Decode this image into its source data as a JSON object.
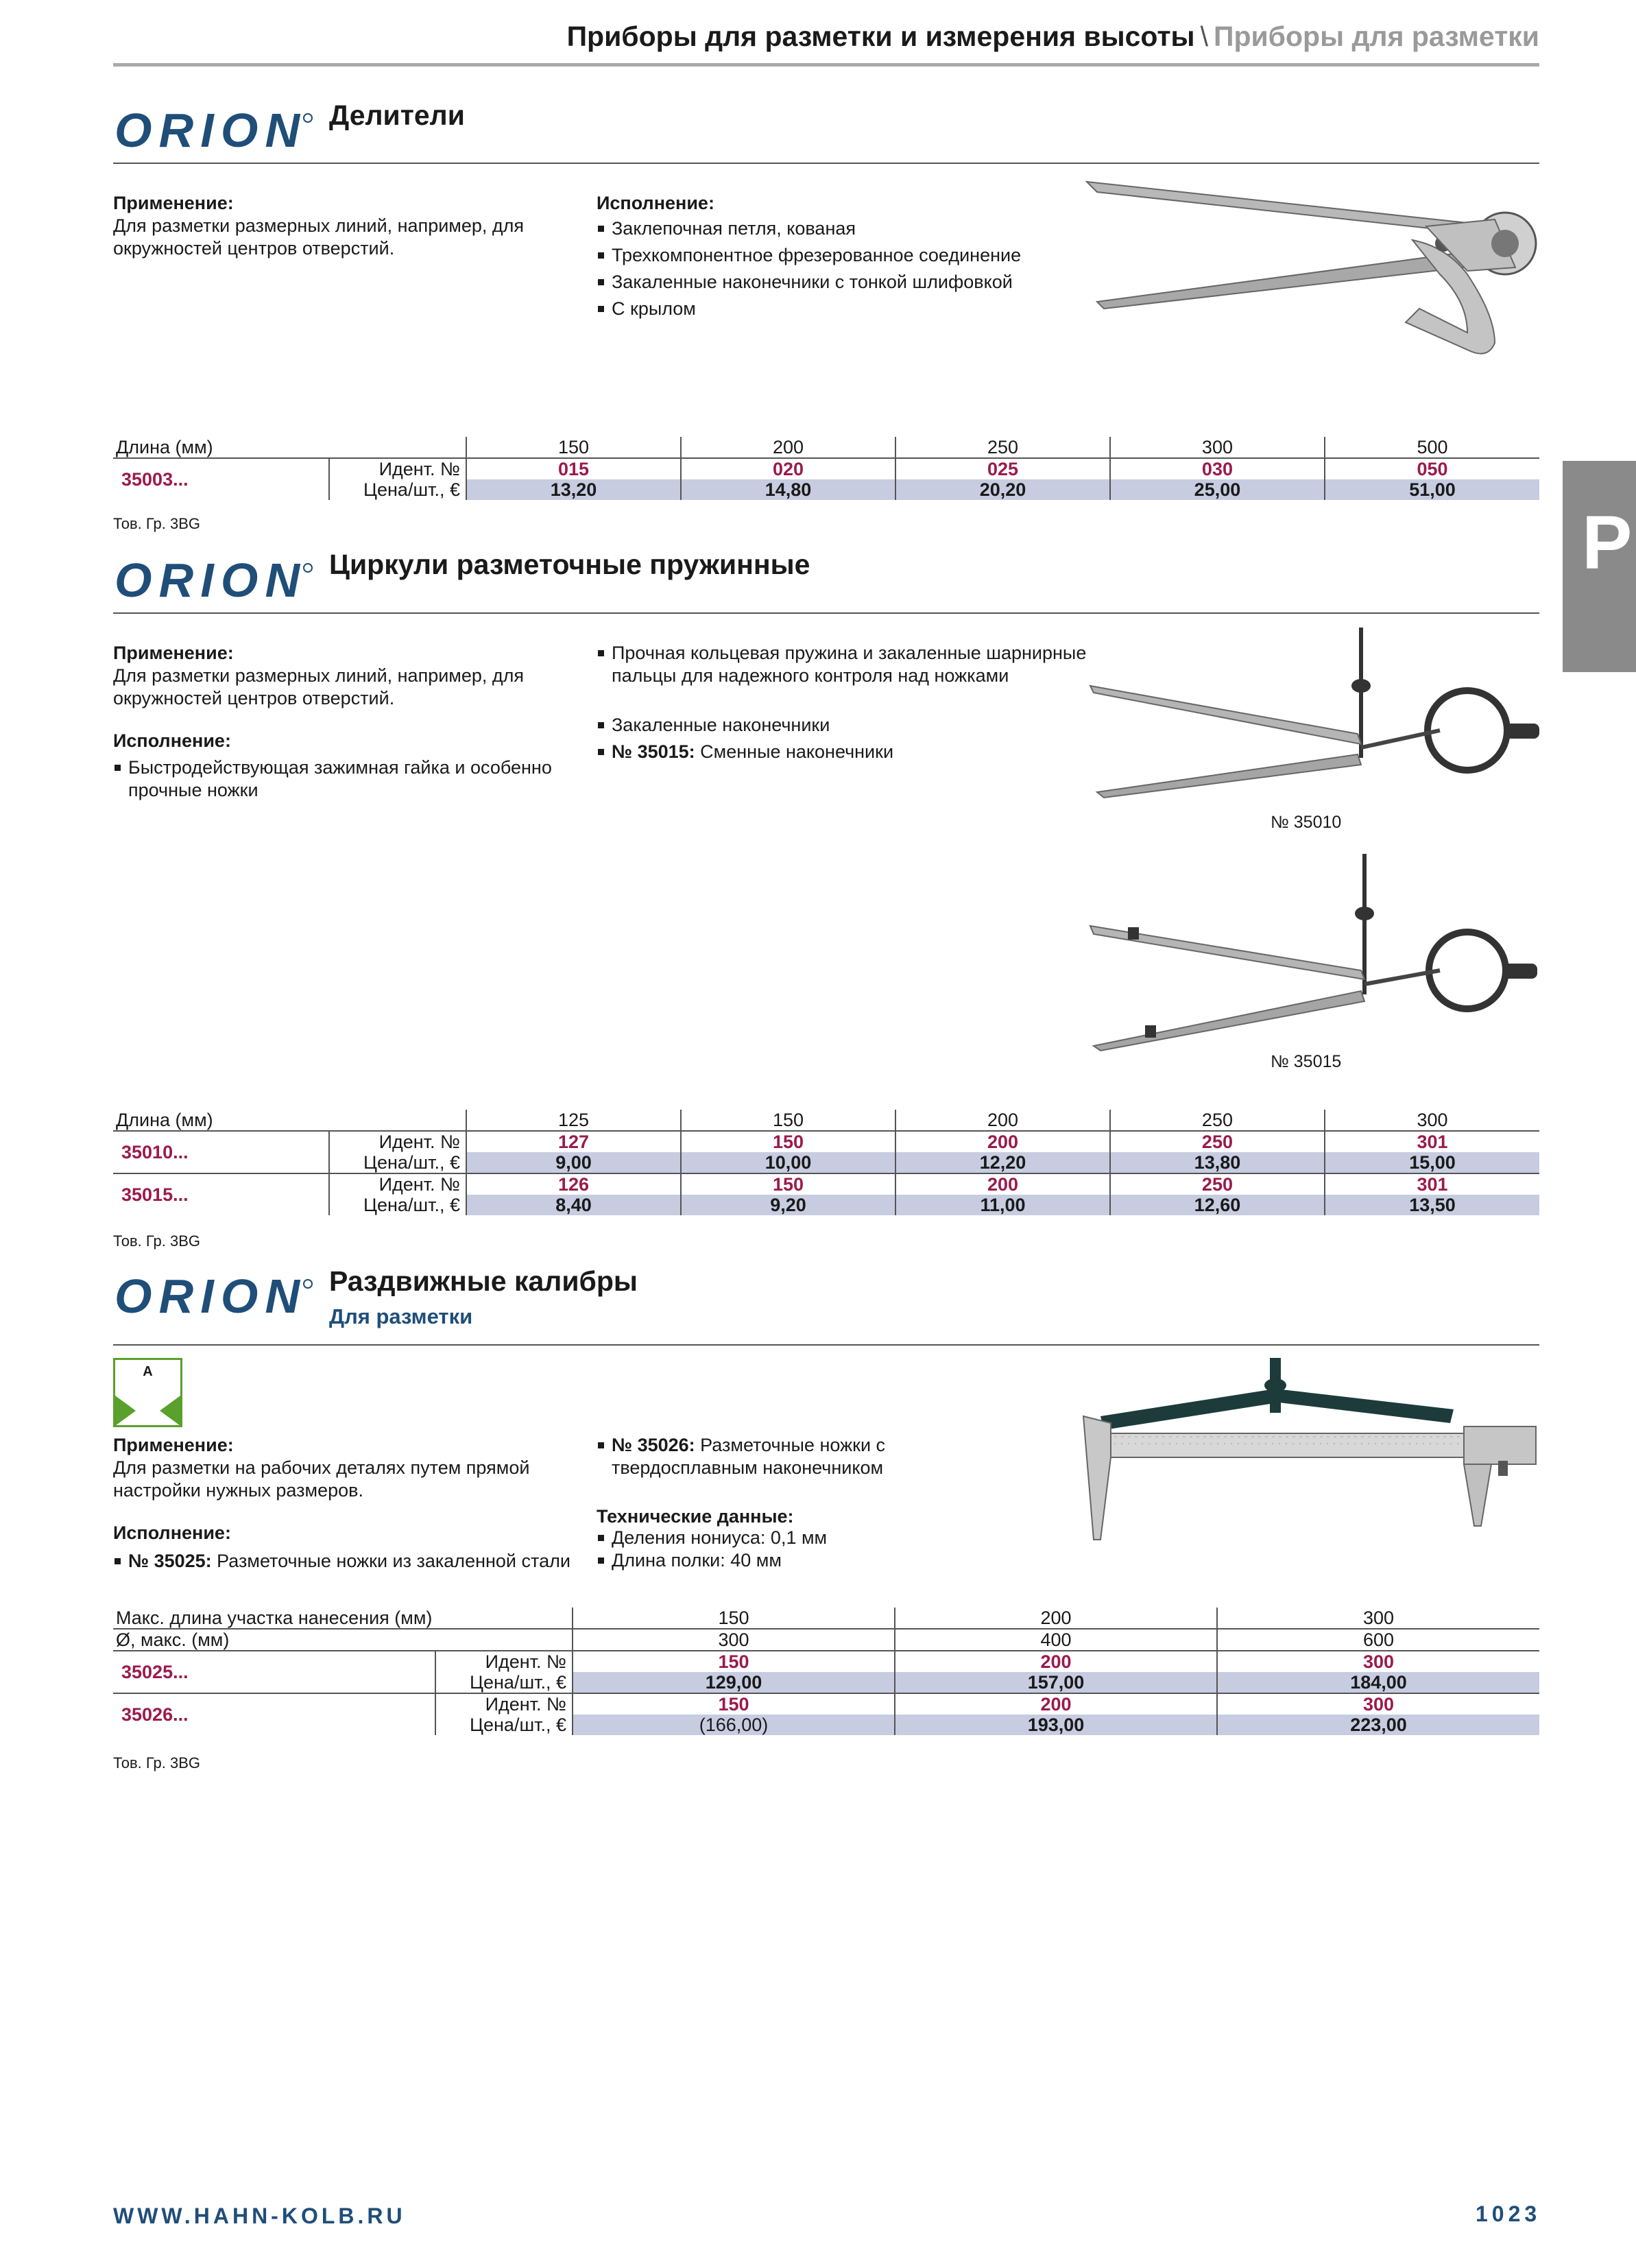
{
  "header": {
    "category": "Приборы для разметки и измерения высоты",
    "separator": "\\",
    "subcategory": "Приборы для разметки"
  },
  "side_tab": {
    "letter": "P"
  },
  "brand": "ORION",
  "sections": {
    "dividers": {
      "title": "Делители",
      "application_label": "Применение:",
      "application_text": "Для разметки размерных линий, например, для окружностей центров отверстий.",
      "execution_label": "Исполнение:",
      "execution_items": [
        "Заклепочная петля, кованая",
        "Трехкомпонентное фрезерованное соединение",
        "Закаленные наконечники с тонкой шлифовкой",
        "С крылом"
      ],
      "table": {
        "header_label": "Длина (мм)",
        "columns": [
          "150",
          "200",
          "250",
          "300",
          "500"
        ],
        "rows": [
          {
            "code": "35003...",
            "id_label": "Идент. №",
            "price_label": "Цена/шт., €",
            "ids": [
              "015",
              "020",
              "025",
              "030",
              "050"
            ],
            "prices": [
              "13,20",
              "14,80",
              "20,20",
              "25,00",
              "51,00"
            ]
          }
        ]
      },
      "tovgr": "Тов. Гр. 3BG"
    },
    "spring_compasses": {
      "title": "Циркули разметочные пружинные",
      "application_label": "Применение:",
      "application_text": "Для разметки размерных линий, например, для окружностей центров отверстий.",
      "execution_label": "Исполнение:",
      "left_items": [
        "Быстродействующая зажимная гайка и особенно прочные ножки"
      ],
      "right_items": [
        {
          "bold": "",
          "text": "Прочная кольцевая пружина и закаленные шарнирные пальцы для надежного контроля над ножками"
        },
        {
          "bold": "",
          "text": "Закаленные наконечники"
        },
        {
          "bold": "№ 35015:",
          "text": " Сменные наконечники"
        }
      ],
      "caption1": "№ 35010",
      "caption2": "№ 35015",
      "table": {
        "header_label": "Длина (мм)",
        "columns": [
          "125",
          "150",
          "200",
          "250",
          "300"
        ],
        "rows": [
          {
            "code": "35010...",
            "id_label": "Идент. №",
            "price_label": "Цена/шт., €",
            "ids": [
              "127",
              "150",
              "200",
              "250",
              "301"
            ],
            "prices": [
              "9,00",
              "10,00",
              "12,20",
              "13,80",
              "15,00"
            ]
          },
          {
            "code": "35015...",
            "id_label": "Идент. №",
            "price_label": "Цена/шт., €",
            "ids": [
              "126",
              "150",
              "200",
              "250",
              "301"
            ],
            "prices": [
              "8,40",
              "9,20",
              "11,00",
              "12,60",
              "13,50"
            ]
          }
        ]
      },
      "tovgr": "Тов. Гр. 3BG"
    },
    "sliding_calipers": {
      "title": "Раздвижные калибры",
      "subtitle": "Для разметки",
      "badge_letter": "A",
      "application_label": "Применение:",
      "application_text": "Для разметки на рабочих деталях путем прямой настройки нужных размеров.",
      "execution_label": "Исполнение:",
      "left_items": [
        {
          "bold": "№ 35025:",
          "text": " Разметочные ножки из закаленной стали"
        }
      ],
      "right_items": [
        {
          "bold": "№ 35026:",
          "text": " Разметочные ножки с твердосплавным наконечником"
        }
      ],
      "tech_label": "Технические данные:",
      "tech_items": [
        "Деления нониуса: 0,1 мм",
        "Длина полки: 40 мм"
      ],
      "table": {
        "header_label": "Макс. длина участка нанесения (мм)",
        "header2_label": "Ø, макс. (мм)",
        "columns": [
          "150",
          "200",
          "300"
        ],
        "columns2": [
          "300",
          "400",
          "600"
        ],
        "rows": [
          {
            "code": "35025...",
            "id_label": "Идент. №",
            "price_label": "Цена/шт., €",
            "ids": [
              "150",
              "200",
              "300"
            ],
            "prices": [
              "129,00",
              "157,00",
              "184,00"
            ]
          },
          {
            "code": "35026...",
            "id_label": "Идент. №",
            "price_label": "Цена/шт., €",
            "ids": [
              "150",
              "200",
              "300"
            ],
            "prices": [
              "(166,00)",
              "193,00",
              "223,00"
            ]
          }
        ]
      },
      "tovgr": "Тов. Гр. 3BG"
    }
  },
  "footer": {
    "url": "WWW.HAHN-KOLB.RU",
    "page": "1023"
  },
  "colors": {
    "brand_blue": "#1f4e79",
    "code_red": "#9b1b4b",
    "price_band": "#c7cce0",
    "badge_green": "#5aa02c"
  }
}
